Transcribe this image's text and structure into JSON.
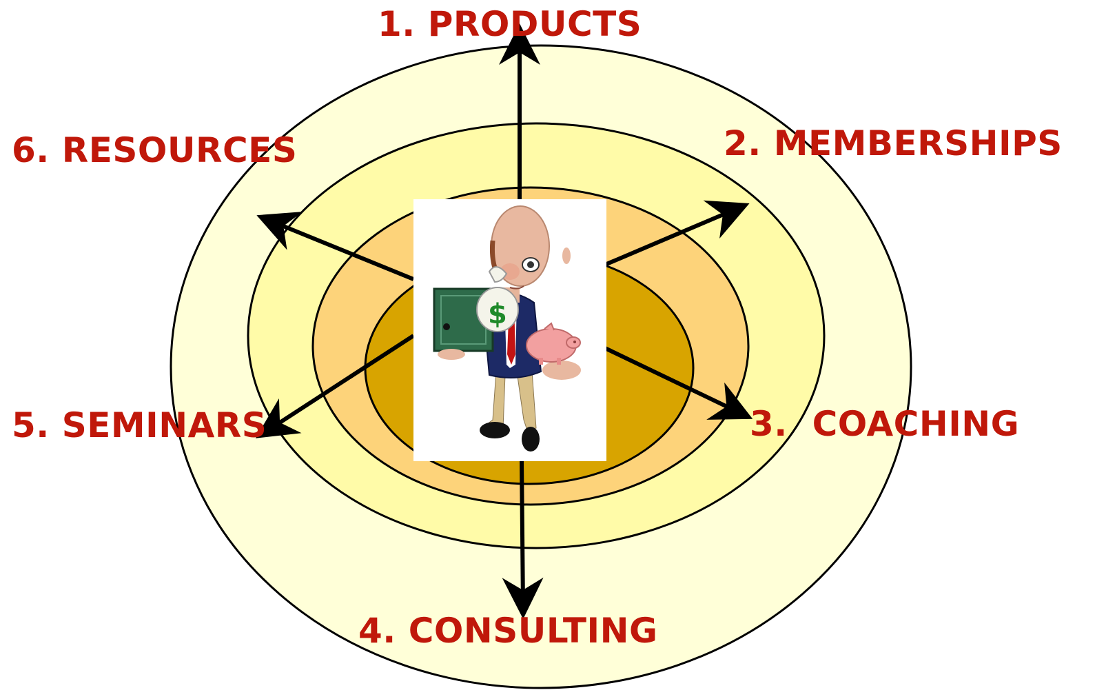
{
  "diagram": {
    "labels": {
      "products": "1. PRODUCTS",
      "memberships": "2. MEMBERSHIPS",
      "coaching": "3.  COACHING",
      "consulting": "4. CONSULTING",
      "seminars": "5. SEMINARS",
      "resources": "6. RESOURCES"
    },
    "illustration": "businessman-with-safe-moneybag-piggybank-icon"
  },
  "colors": {
    "label_text": "#C0180A",
    "ring_outer": "#FFFFD8",
    "ring_second": "#FFFBA8",
    "ring_third": "#FDD37A",
    "ring_core": "#D8A400",
    "arrow": "#000000",
    "ring_stroke": "#000000"
  }
}
